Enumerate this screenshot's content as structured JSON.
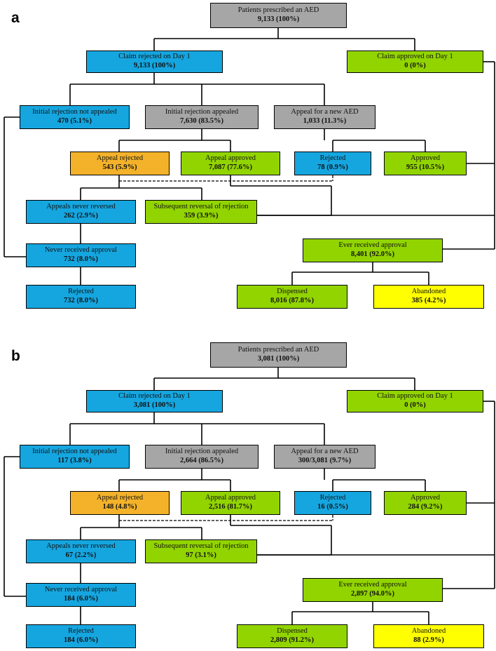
{
  "colors": {
    "gray": "#a6a6a6",
    "blue": "#15a6e0",
    "green": "#92d400",
    "orange": "#f3b22a",
    "yellow": "#ffff00"
  },
  "panels": [
    {
      "label": "a",
      "nodes": {
        "prescribed": {
          "title": "Patients prescribed an AED",
          "value": "9,133 (100%)"
        },
        "rejected_day1": {
          "title": "Claim rejected on Day 1",
          "value": "9,133 (100%)"
        },
        "approved_day1": {
          "title": "Claim approved on Day 1",
          "value": "0 (0%)"
        },
        "not_appealed": {
          "title": "Initial rejection not appealed",
          "value": "470 (5.1%)"
        },
        "appealed": {
          "title": "Initial rejection appealed",
          "value": "7,630 (83.5%)"
        },
        "new_aed": {
          "title": "Appeal for a new AED",
          "value": "1,033 (11.3%)"
        },
        "appeal_rejected": {
          "title": "Appeal rejected",
          "value": "543 (5.9%)"
        },
        "appeal_approved": {
          "title": "Appeal approved",
          "value": "7,087 (77.6%)"
        },
        "new_rejected": {
          "title": "Rejected",
          "value": "78 (0.9%)"
        },
        "new_approved": {
          "title": "Approved",
          "value": "955 (10.5%)"
        },
        "never_reversed": {
          "title": "Appeals never reversed",
          "value": "262 (2.9%)"
        },
        "reversal": {
          "title": "Subsequent reversal of rejection",
          "value": "359 (3.9%)"
        },
        "never_approval": {
          "title": "Never received approval",
          "value": "732 (8.0%)"
        },
        "ever_approval": {
          "title": "Ever received approval",
          "value": "8,401 (92.0%)"
        },
        "final_rejected": {
          "title": "Rejected",
          "value": "732 (8.0%)"
        },
        "dispensed": {
          "title": "Dispensed",
          "value": "8,016 (87.8%)"
        },
        "abandoned": {
          "title": "Abandoned",
          "value": "385 (4.2%)"
        }
      }
    },
    {
      "label": "b",
      "nodes": {
        "prescribed": {
          "title": "Patients prescribed an AED",
          "value": "3,081 (100%)"
        },
        "rejected_day1": {
          "title": "Claim rejected on Day 1",
          "value": "3,081 (100%)"
        },
        "approved_day1": {
          "title": "Claim approved on Day 1",
          "value": "0 (0%)"
        },
        "not_appealed": {
          "title": "Initial rejection not appealed",
          "value": "117 (3.8%)"
        },
        "appealed": {
          "title": "Initial rejection appealed",
          "value": "2,664 (86.5%)"
        },
        "new_aed": {
          "title": "Appeal for a new AED",
          "value": "300/3,081 (9.7%)"
        },
        "appeal_rejected": {
          "title": "Appeal rejected",
          "value": "148 (4.8%)"
        },
        "appeal_approved": {
          "title": "Appeal approved",
          "value": "2,516 (81.7%)"
        },
        "new_rejected": {
          "title": "Rejected",
          "value": "16 (0.5%)"
        },
        "new_approved": {
          "title": "Approved",
          "value": "284 (9.2%)"
        },
        "never_reversed": {
          "title": "Appeals never reversed",
          "value": "67 (2.2%)"
        },
        "reversal": {
          "title": "Subsequent reversal of rejection",
          "value": "97 (3.1%)"
        },
        "never_approval": {
          "title": "Never received approval",
          "value": "184 (6.0%)"
        },
        "ever_approval": {
          "title": "Ever received approval",
          "value": "2,897 (94.0%)"
        },
        "final_rejected": {
          "title": "Rejected",
          "value": "184 (6.0%)"
        },
        "dispensed": {
          "title": "Dispensed",
          "value": "2,809 (91.2%)"
        },
        "abandoned": {
          "title": "Abandoned",
          "value": "88 (2.9%)"
        }
      }
    }
  ]
}
